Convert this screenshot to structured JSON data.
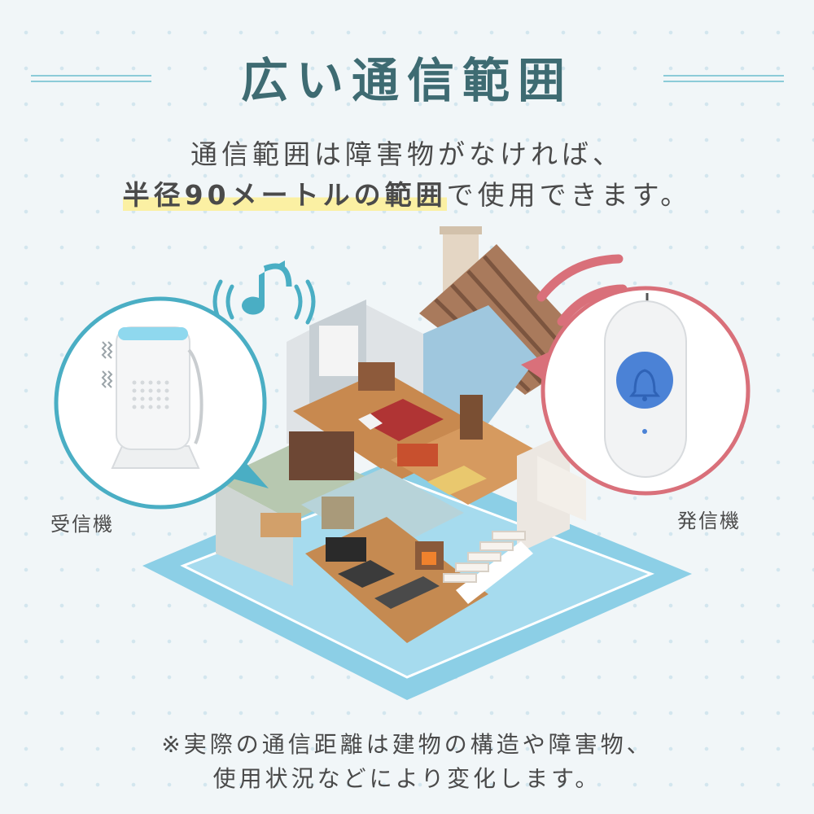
{
  "header": {
    "title": "広い通信範囲"
  },
  "intro": {
    "line1": "通信範囲は障害物がなければ、",
    "line2_highlight": "半径90メートルの範囲",
    "line2_rest": "で使用できます。"
  },
  "devices": {
    "receiver_label": "受信機",
    "transmitter_label": "発信機"
  },
  "footnote": {
    "line1": "※実際の通信距離は建物の構造や障害物、",
    "line2": "使用状況などにより変化します。"
  },
  "colors": {
    "title": "#3e6b72",
    "accent_teal": "#5bb8c8",
    "accent_red": "#d9707a",
    "highlight": "#fbf0a3",
    "floor_blue": "#8ccfe6"
  },
  "icons": [
    "music-note-icon",
    "sound-wave-icon",
    "bell-icon",
    "vibration-icon"
  ]
}
